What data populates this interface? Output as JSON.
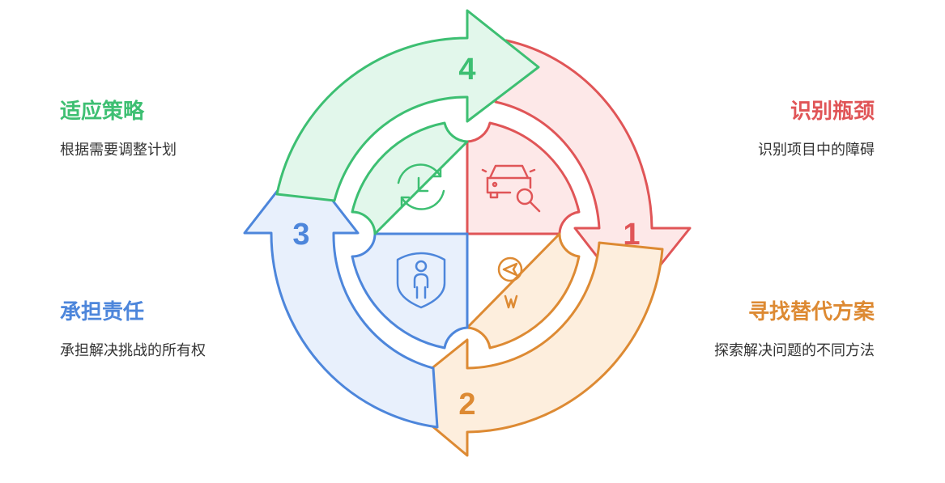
{
  "steps": [
    {
      "number": "1",
      "title": "识别瓶颈",
      "description": "识别项目中的障碍",
      "icon": "car-search-icon",
      "colors": {
        "stroke": "#e05557",
        "fill": "#fde8e8",
        "text": "#e05557"
      }
    },
    {
      "number": "2",
      "title": "寻找替代方案",
      "description": "探索解决问题的不同方法",
      "icon": "compass-icon",
      "colors": {
        "stroke": "#dd8a33",
        "fill": "#fdeedd",
        "text": "#dd8a33"
      }
    },
    {
      "number": "3",
      "title": "承担责任",
      "description": "承担解决挑战的所有权",
      "icon": "person-shield-icon",
      "colors": {
        "stroke": "#4d86db",
        "fill": "#e8f0fc",
        "text": "#4d86db"
      }
    },
    {
      "number": "4",
      "title": "适应策略",
      "description": "根据需要调整计划",
      "icon": "clock-cycle-icon",
      "colors": {
        "stroke": "#3dbf72",
        "fill": "#e2f7eb",
        "text": "#3dbf72"
      }
    }
  ]
}
